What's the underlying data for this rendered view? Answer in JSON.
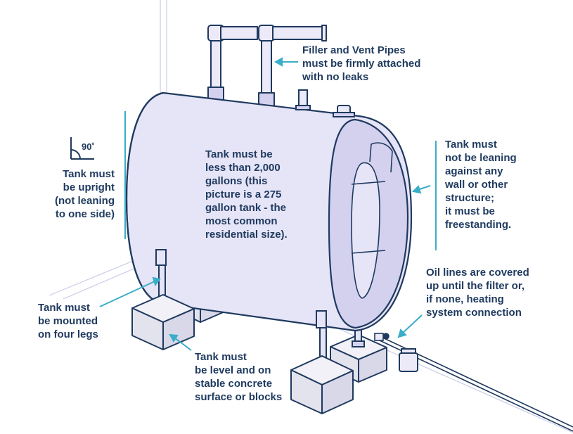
{
  "colors": {
    "ink": "#1f3a5f",
    "accent": "#3aaec8",
    "tank_fill": "#e6e4f7",
    "tank_shade": "#d4d1ef",
    "block_fill": "#f1f1f7",
    "floor_line": "#c9cde6"
  },
  "angle": {
    "text": "90˚"
  },
  "callouts": {
    "pipes": [
      "Filler and Vent Pipes",
      "must be firmly attached",
      "with no leaks"
    ],
    "upright": [
      "Tank must",
      "be upright",
      "(not leaning",
      "to one side)"
    ],
    "capacity": [
      "Tank must be",
      "less than 2,000",
      "gallons (this",
      "picture is a 275",
      "gallon tank - the",
      "most common",
      "residential size)."
    ],
    "freestanding": [
      "Tank must",
      "not be leaning",
      "against any",
      "wall or other",
      "structure;",
      "it must be",
      "freestanding."
    ],
    "oil_lines": [
      "Oil lines are covered",
      "up until the filter or,",
      "if none, heating",
      "system connection"
    ],
    "legs": [
      "Tank must",
      "be mounted",
      "on four legs"
    ],
    "level": [
      "Tank must",
      "be level and on",
      "stable concrete",
      "surface or blocks"
    ]
  }
}
